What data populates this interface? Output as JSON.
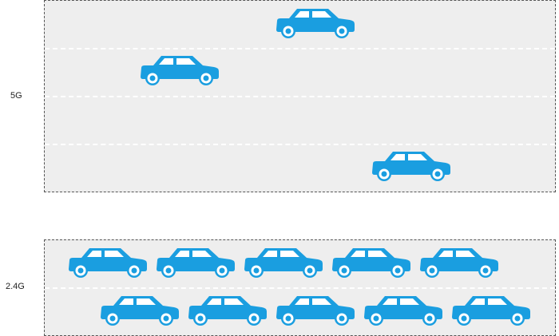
{
  "bands": {
    "five_g": {
      "label": "5G",
      "car_count": 3
    },
    "two_four_g": {
      "label": "2.4G",
      "car_count": 10
    }
  },
  "colors": {
    "band_background": "#eeeeee",
    "band_border": "#555555",
    "lane_marking": "#ffffff",
    "car_body": "#1a9ee0",
    "car_window": "#ffffff",
    "wheel_hub": "#ffffff"
  },
  "icons": {
    "car": "car-icon"
  }
}
